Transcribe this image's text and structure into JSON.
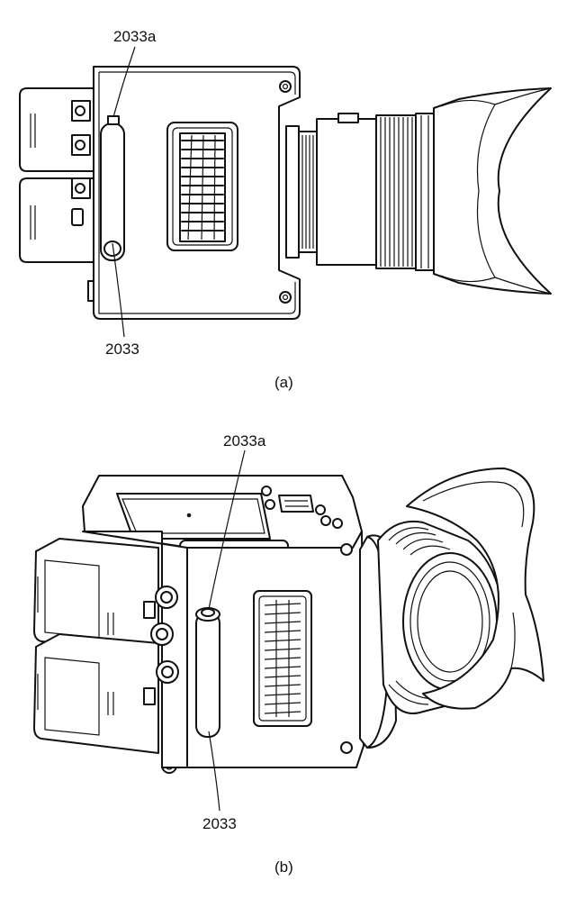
{
  "figure_a": {
    "label_top": "2033a",
    "label_bottom": "2033",
    "caption": "(a)"
  },
  "figure_b": {
    "label_top": "2033a",
    "label_bottom": "2033",
    "caption": "(b)"
  }
}
